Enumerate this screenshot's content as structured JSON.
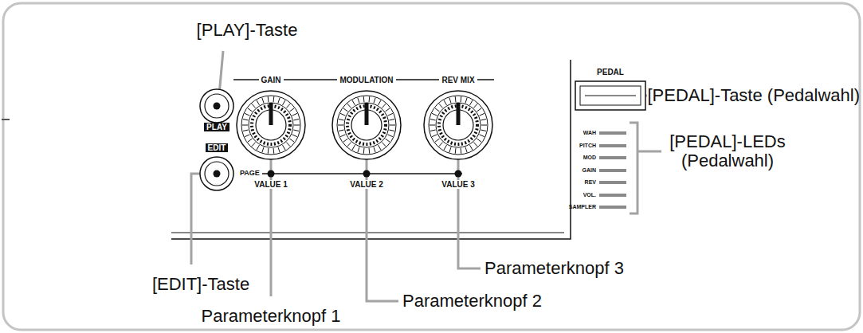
{
  "diagram": {
    "labels": [
      "[PLAY]-Taste",
      "PEDAL",
      "[PEDAL]-Taste (Pedalwahl)",
      "GAIN",
      "MODULATION",
      "REV MIX",
      "PLAY",
      "WAH",
      "PITCH",
      "MOD",
      "GAIN",
      "REV",
      "VOL.",
      "SAMPLER",
      "[PEDAL]-LEDs (Pedalwahl)",
      "EDIT",
      "PAGE",
      "VALUE 1",
      "VALUE 2",
      "VALUE 3",
      "Parameterknopf 3",
      "[EDIT]-Taste",
      "Parameterknopf 2",
      "Parameterknopf 1"
    ]
  }
}
